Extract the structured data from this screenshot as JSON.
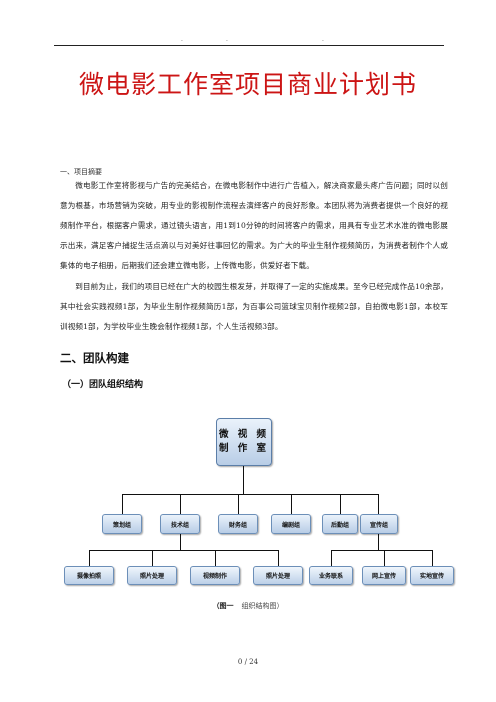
{
  "header": {
    "dots": [
      ".",
      ".",
      "."
    ]
  },
  "title": "微电影工作室项目商业计划书",
  "section1": {
    "label": "一、项目摘要",
    "paragraphs": [
      "微电影工作室将影视与广告的完美结合，在微电影制作中进行广告植入，解决商家最头疼广告问题；同时以创意为根基，市场营销为突破，用专业的影视制作流程去演绎客户的良好形象。本团队将为消费者提供一个良好的视频制作平台，根据客户需求，通过镜头语言，用1到10分钟的时间将客户的需求，用具有专业艺术水准的微电影展示出来，满足客户捕捉生活点滴以与对美好往事回忆的需求。为广大的毕业生制作视频简历，为消费者制作个人或集体的电子相册，后期我们还会建立微电影，上传微电影，供爱好者下载。",
      "到目前为止，我们的项目已经在广大的校园生根发芽，并取得了一定的实施成果。至今已经完成作品10余部，其中社会实践视频1部，为毕业生制作视频简历1部，为百事公司篮球宝贝制作视频2部，自拍微电影1部，本校军训视频1部，为学校毕业生晚会制作视频1部，个人生活视频3部。"
    ]
  },
  "section2": {
    "heading": "二、团队构建",
    "subheading": "（一）团队组织结构"
  },
  "org_chart": {
    "root": [
      "微 视 频",
      "制 作 室"
    ],
    "groups": [
      "策划组",
      "技术组",
      "财务组",
      "编剧组",
      "后勤组",
      "宣传组"
    ],
    "tech_children": [
      "摄像拍照",
      "照片处理",
      "视频制作",
      "照片处理"
    ],
    "promo_children": [
      "业务联系",
      "网上宣传",
      "实地宣传"
    ]
  },
  "caption": {
    "label": "（图一",
    "text": "组织结构图）"
  },
  "page_number": "0 / 24"
}
